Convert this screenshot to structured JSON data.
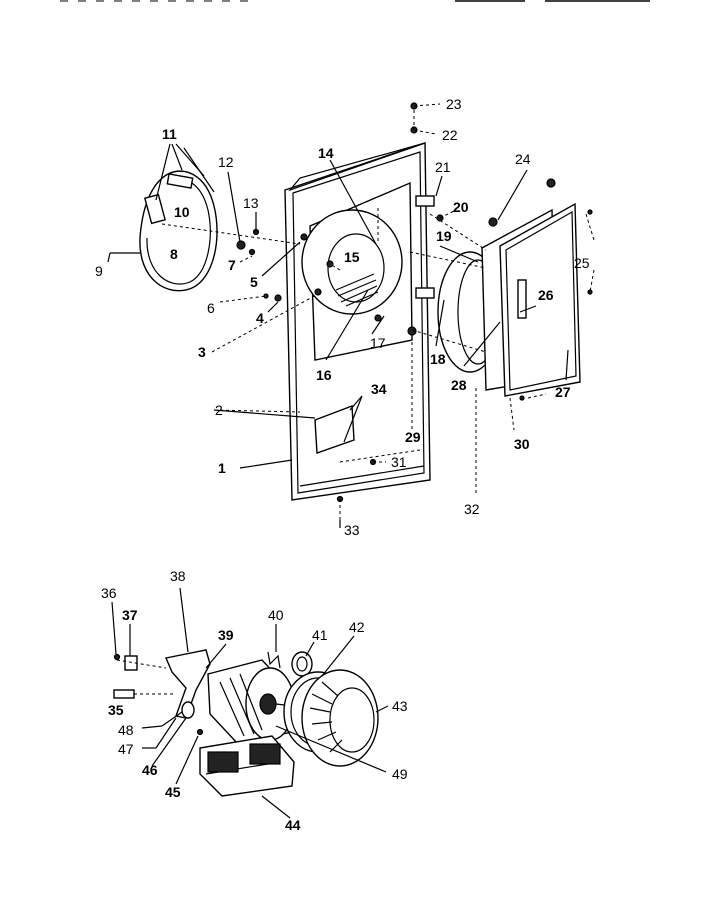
{
  "diagram": {
    "callouts": [
      {
        "id": "1",
        "text": "1"
      },
      {
        "id": "2",
        "text": "2"
      },
      {
        "id": "3",
        "text": "3"
      },
      {
        "id": "4",
        "text": "4"
      },
      {
        "id": "5",
        "text": "5"
      },
      {
        "id": "6",
        "text": "6"
      },
      {
        "id": "7",
        "text": "7"
      },
      {
        "id": "8",
        "text": "8"
      },
      {
        "id": "9",
        "text": "9"
      },
      {
        "id": "10",
        "text": "10"
      },
      {
        "id": "11",
        "text": "11"
      },
      {
        "id": "12",
        "text": "12"
      },
      {
        "id": "13",
        "text": "13"
      },
      {
        "id": "14",
        "text": "14"
      },
      {
        "id": "15",
        "text": "15"
      },
      {
        "id": "16",
        "text": "16"
      },
      {
        "id": "17",
        "text": "17"
      },
      {
        "id": "18",
        "text": "18"
      },
      {
        "id": "19",
        "text": "19"
      },
      {
        "id": "20",
        "text": "20"
      },
      {
        "id": "21",
        "text": "21"
      },
      {
        "id": "22",
        "text": "22"
      },
      {
        "id": "23",
        "text": "23"
      },
      {
        "id": "24",
        "text": "24"
      },
      {
        "id": "25",
        "text": "25"
      },
      {
        "id": "26",
        "text": "26"
      },
      {
        "id": "27",
        "text": "27"
      },
      {
        "id": "28",
        "text": "28"
      },
      {
        "id": "29",
        "text": "29"
      },
      {
        "id": "30",
        "text": "30"
      },
      {
        "id": "31",
        "text": "31"
      },
      {
        "id": "32",
        "text": "32"
      },
      {
        "id": "33",
        "text": "33"
      },
      {
        "id": "34",
        "text": "34"
      },
      {
        "id": "35",
        "text": "35"
      },
      {
        "id": "36",
        "text": "36"
      },
      {
        "id": "37",
        "text": "37"
      },
      {
        "id": "38",
        "text": "38"
      },
      {
        "id": "39",
        "text": "39"
      },
      {
        "id": "40",
        "text": "40"
      },
      {
        "id": "41",
        "text": "41"
      },
      {
        "id": "42",
        "text": "42"
      },
      {
        "id": "43",
        "text": "43"
      },
      {
        "id": "44",
        "text": "44"
      },
      {
        "id": "45",
        "text": "45"
      },
      {
        "id": "46",
        "text": "46"
      },
      {
        "id": "47",
        "text": "47"
      },
      {
        "id": "48",
        "text": "48"
      },
      {
        "id": "49",
        "text": "49"
      }
    ]
  }
}
